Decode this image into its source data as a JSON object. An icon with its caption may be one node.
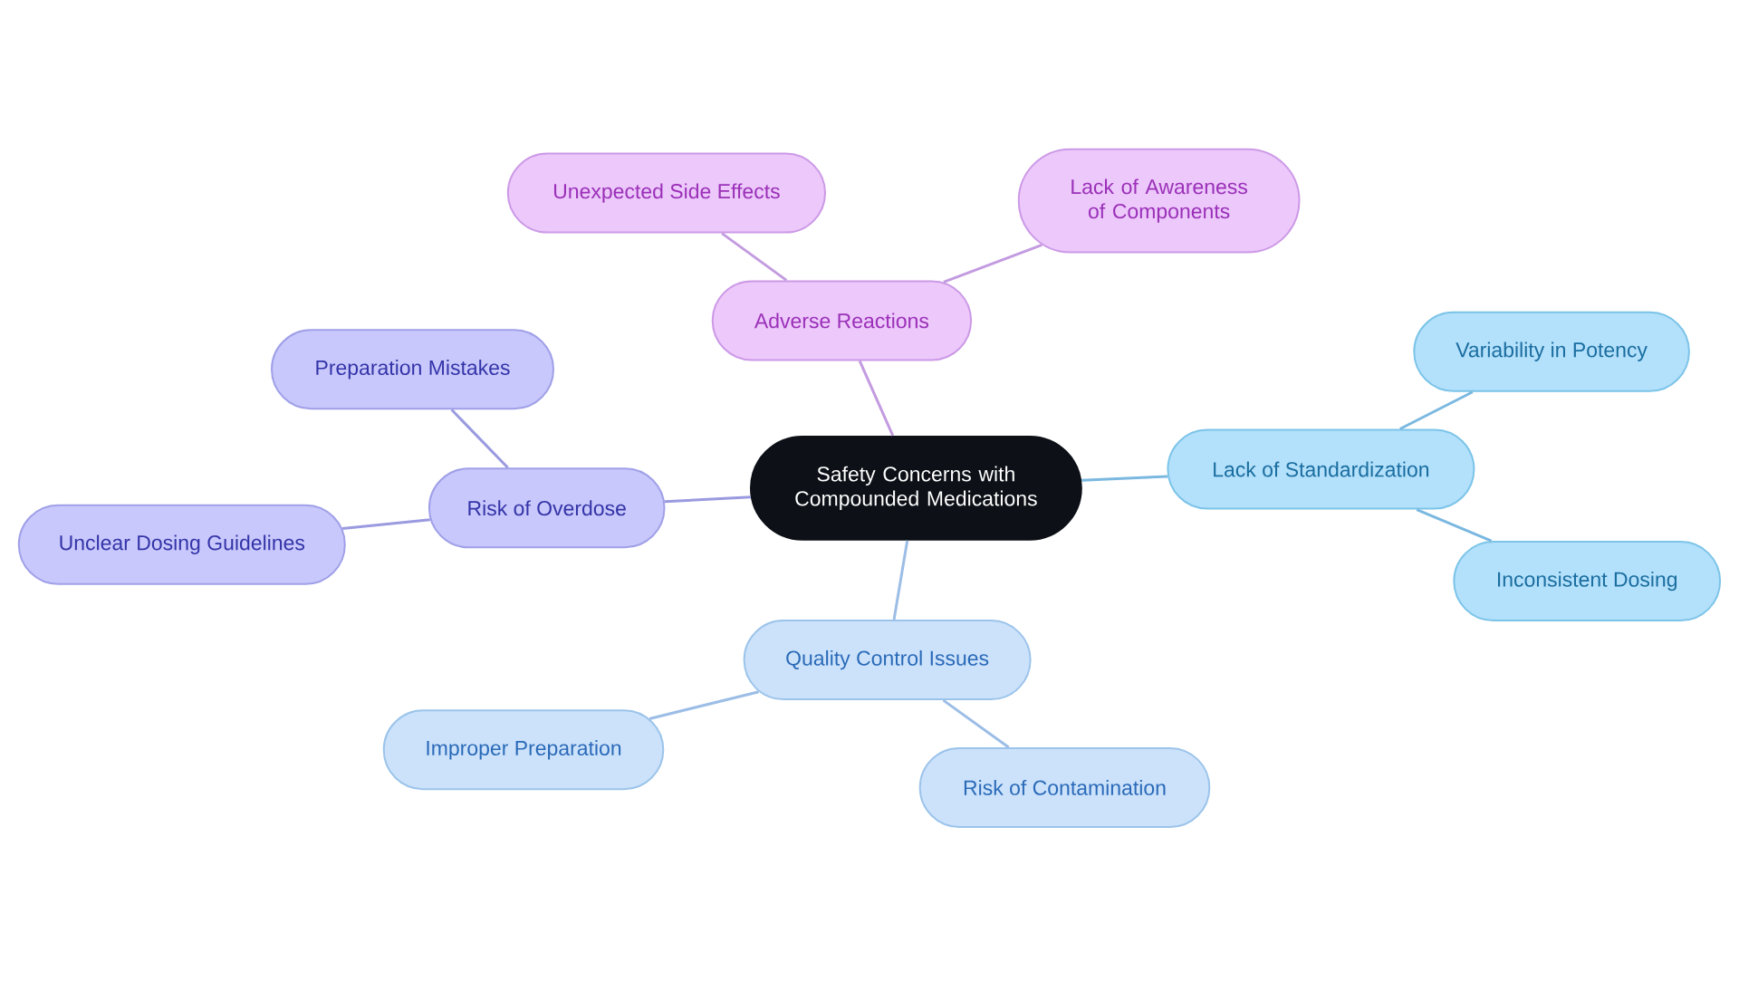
{
  "diagram": {
    "nodes": [
      {
        "text": [
          "Safety Concerns with Compounded Medications"
        ]
      },
      {
        "text": [
          "Adverse Reactions"
        ]
      },
      {
        "text": [
          "Unexpected Side Effects"
        ]
      },
      {
        "text": [
          "Lack of Awareness of Components"
        ]
      },
      {
        "text": [
          "Lack of Standardization"
        ]
      },
      {
        "text": [
          "Variability in Potency"
        ]
      },
      {
        "text": [
          "Inconsistent Dosing"
        ]
      },
      {
        "text": [
          "Quality Control Issues"
        ]
      },
      {
        "text": [
          "Improper Preparation"
        ]
      },
      {
        "text": [
          "Risk of Contamination"
        ]
      },
      {
        "text": [
          "Risk of Overdose"
        ]
      },
      {
        "text": [
          "Preparation Mistakes"
        ]
      },
      {
        "text": [
          "Unclear Dosing Guidelines"
        ]
      }
    ],
    "edges": [
      {
        "from": 0,
        "to": 1,
        "arrow": "none",
        "color": "#c39be0"
      },
      {
        "from": 1,
        "to": 2,
        "arrow": "none",
        "color": "#c39be0"
      },
      {
        "from": 1,
        "to": 3,
        "arrow": "none",
        "color": "#c39be0"
      },
      {
        "from": 0,
        "to": 4,
        "arrow": "none",
        "color": "#7ab8e0"
      },
      {
        "from": 4,
        "to": 5,
        "arrow": "none",
        "color": "#7ab8e0"
      },
      {
        "from": 4,
        "to": 6,
        "arrow": "none",
        "color": "#7ab8e0"
      },
      {
        "from": 0,
        "to": 7,
        "arrow": "none",
        "color": "#9cbde6"
      },
      {
        "from": 7,
        "to": 8,
        "arrow": "none",
        "color": "#9cbde6"
      },
      {
        "from": 7,
        "to": 9,
        "arrow": "none",
        "color": "#9cbde6"
      },
      {
        "from": 0,
        "to": 10,
        "arrow": "none",
        "color": "#9a9ae0"
      },
      {
        "from": 10,
        "to": 11,
        "arrow": "none",
        "color": "#9a9ae0"
      },
      {
        "from": 10,
        "to": 12,
        "arrow": "none",
        "color": "#9a9ae0"
      }
    ]
  }
}
